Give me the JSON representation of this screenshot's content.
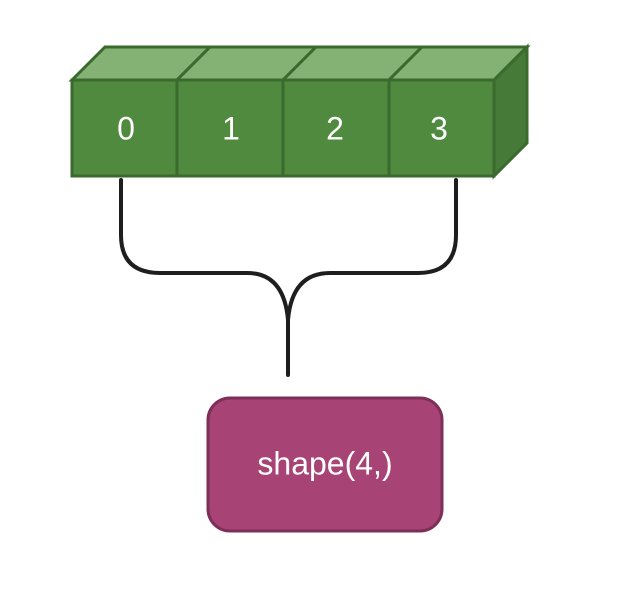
{
  "array": {
    "cells": [
      "0",
      "1",
      "2",
      "3"
    ]
  },
  "shape_box": {
    "label": "shape(4,)"
  },
  "colors": {
    "cell_front": "#4f8a3f",
    "cell_top": "#84b174",
    "cell_side": "#457a38",
    "cell_stroke": "#3a6a2e",
    "bracket": "#1e1e1e",
    "shape_fill": "#a84375",
    "shape_stroke": "#7d2f57"
  }
}
